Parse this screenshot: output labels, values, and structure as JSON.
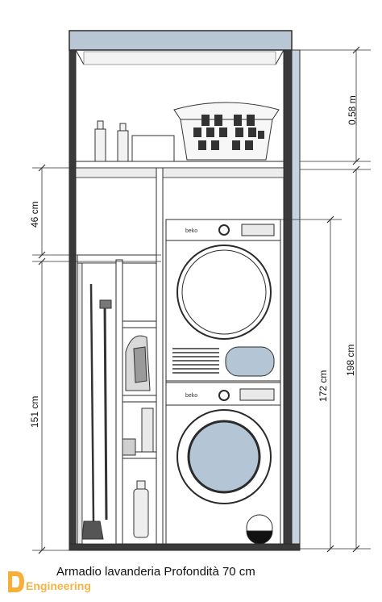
{
  "dimensions": {
    "top_shelf_height": "0,58 m",
    "shelf_gap": "46 cm",
    "left_cabinet_height": "151 cm",
    "stack_height": "172 cm",
    "total_height": "198 cm"
  },
  "caption": "Armadio lavanderia Profondità 70 cm",
  "watermark": "Engineering",
  "appliance_logos": {
    "dryer": "beko",
    "washer": "beko"
  },
  "colors": {
    "frame": "#2b2b2b",
    "top_panel": "#b9c7d4",
    "side_panel": "#c5d3e0",
    "glass": "#b4c6d6",
    "accent": "#f5a623"
  }
}
